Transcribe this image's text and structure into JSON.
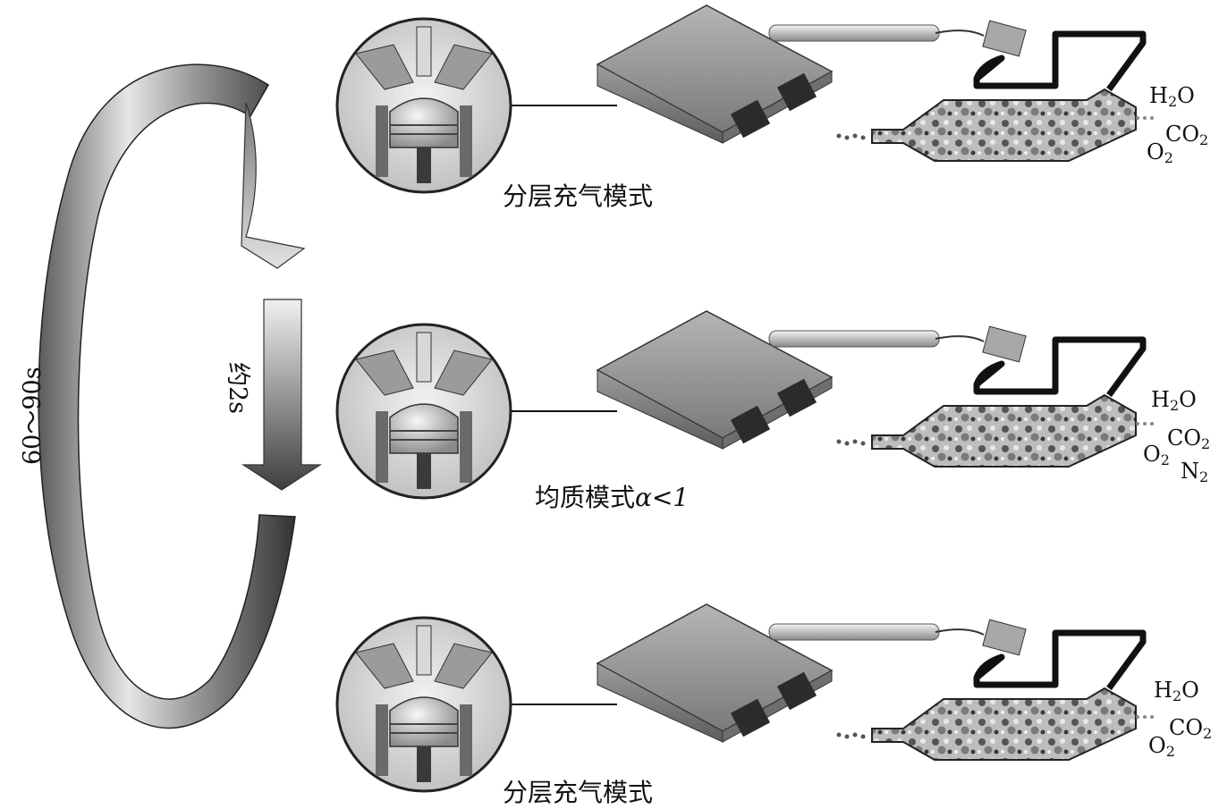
{
  "diagram": {
    "cycle_label": "60～90s",
    "switch_label": "约2s",
    "rows": [
      {
        "caption": "分层充气模式",
        "caption_suffix": "",
        "gases": {
          "top": "H",
          "top_sub": "2",
          "top_tail": "O",
          "mid": "CO",
          "mid_sub": "2",
          "low": "O",
          "low_sub": "2",
          "extra": "",
          "extra_sub": ""
        }
      },
      {
        "caption": "均质模式",
        "caption_suffix": "α<1",
        "gases": {
          "top": "H",
          "top_sub": "2",
          "top_tail": "O",
          "mid": "CO",
          "mid_sub": "2",
          "low": "O",
          "low_sub": "2",
          "extra": "N",
          "extra_sub": "2"
        }
      },
      {
        "caption": "分层充气模式",
        "caption_suffix": "",
        "gases": {
          "top": "H",
          "top_sub": "2",
          "top_tail": "O",
          "mid": "CO",
          "mid_sub": "2",
          "low": "O",
          "low_sub": "2",
          "extra": "",
          "extra_sub": ""
        }
      }
    ]
  },
  "colors": {
    "ring_dark": "#3a3a3a",
    "ring_light": "#d8d8d8",
    "arrow_dark": "#4a4a4a",
    "arrow_light": "#e0e0e0",
    "ecu_body": "#8e8e8e",
    "catalyst_fill": "#b9b9b9",
    "hose": "#111111"
  }
}
